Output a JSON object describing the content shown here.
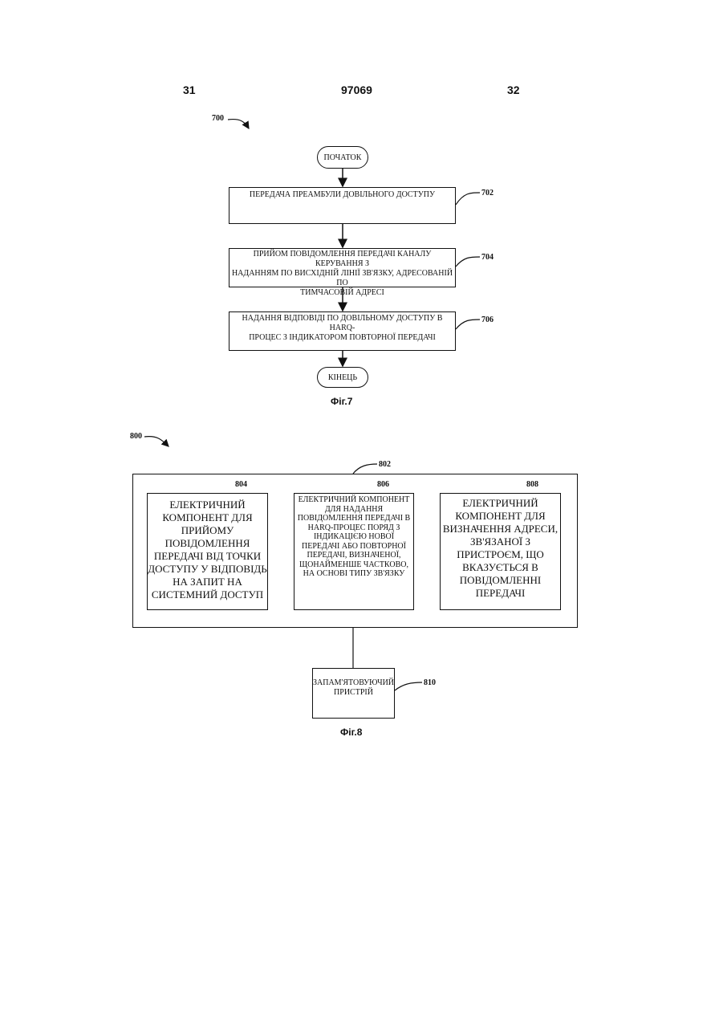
{
  "header": {
    "left_page": "31",
    "patent_number": "97069",
    "right_page": "32"
  },
  "fig7": {
    "ref": "700",
    "start": "ПОЧАТОК",
    "end": "КІНЕЦЬ",
    "steps": [
      {
        "ref": "702",
        "text": "ПЕРЕДАЧА ПРЕАМБУЛИ ДОВІЛЬНОГО ДОСТУПУ"
      },
      {
        "ref": "704",
        "line1": "ПРИЙОМ ПОВІДОМЛЕННЯ ПЕРЕДАЧІ КАНАЛУ КЕРУВАННЯ З",
        "line2": "НАДАННЯМ ПО ВИСХІДНІЙ ЛІНІЇ ЗВ'ЯЗКУ, АДРЕСОВАНІЙ ПО",
        "line3": "ТИМЧАСОВІЙ АДРЕСІ"
      },
      {
        "ref": "706",
        "line1": "НАДАННЯ ВІДПОВІДІ ПО ДОВІЛЬНОМУ ДОСТУПУ В HARQ-",
        "line2": "ПРОЦЕС З ІНДИКАТОРОМ ПОВТОРНОЇ ПЕРЕДАЧІ"
      }
    ],
    "caption": "Фіг.7"
  },
  "fig8": {
    "ref": "800",
    "container_ref": "802",
    "components": [
      {
        "ref": "804",
        "lines": [
          "ЕЛЕКТРИЧНИЙ",
          "КОМПОНЕНТ ДЛЯ",
          "ПРИЙОМУ",
          "ПОВІДОМЛЕННЯ",
          "ПЕРЕДАЧІ ВІД ТОЧКИ",
          "ДОСТУПУ У ВІДПОВІДЬ",
          "НА ЗАПИТ НА",
          "СИСТЕМНИЙ ДОСТУП"
        ]
      },
      {
        "ref": "806",
        "lines": [
          "ЕЛЕКТРИЧНИЙ КОМПОНЕНТ",
          "ДЛЯ НАДАННЯ",
          "ПОВІДОМЛЕННЯ ПЕРЕДАЧІ В",
          "HARQ-ПРОЦЕС ПОРЯД З",
          "ІНДИКАЦІЄЮ НОВОЇ",
          "ПЕРЕДАЧІ АБО ПОВТОРНОЇ",
          "ПЕРЕДАЧІ, ВИЗНАЧЕНОЇ,",
          "ЩОНАЙМЕНШЕ ЧАСТКОВО,",
          "НА ОСНОВІ ТИПУ ЗВ'ЯЗКУ"
        ]
      },
      {
        "ref": "808",
        "lines": [
          "ЕЛЕКТРИЧНИЙ",
          "КОМПОНЕНТ ДЛЯ",
          "ВИЗНАЧЕННЯ АДРЕСИ,",
          "ЗВ'ЯЗАНОЇ З",
          "ПРИСТРОЄМ, ЩО",
          "ВКАЗУЄТЬСЯ В",
          "ПОВІДОМЛЕННІ",
          "ПЕРЕДАЧІ"
        ]
      }
    ],
    "memory": {
      "ref": "810",
      "line1": "ЗАПАМ'ЯТОВУЮЧИЙ",
      "line2": "ПРИСТРІЙ"
    },
    "caption": "Фіг.8"
  }
}
